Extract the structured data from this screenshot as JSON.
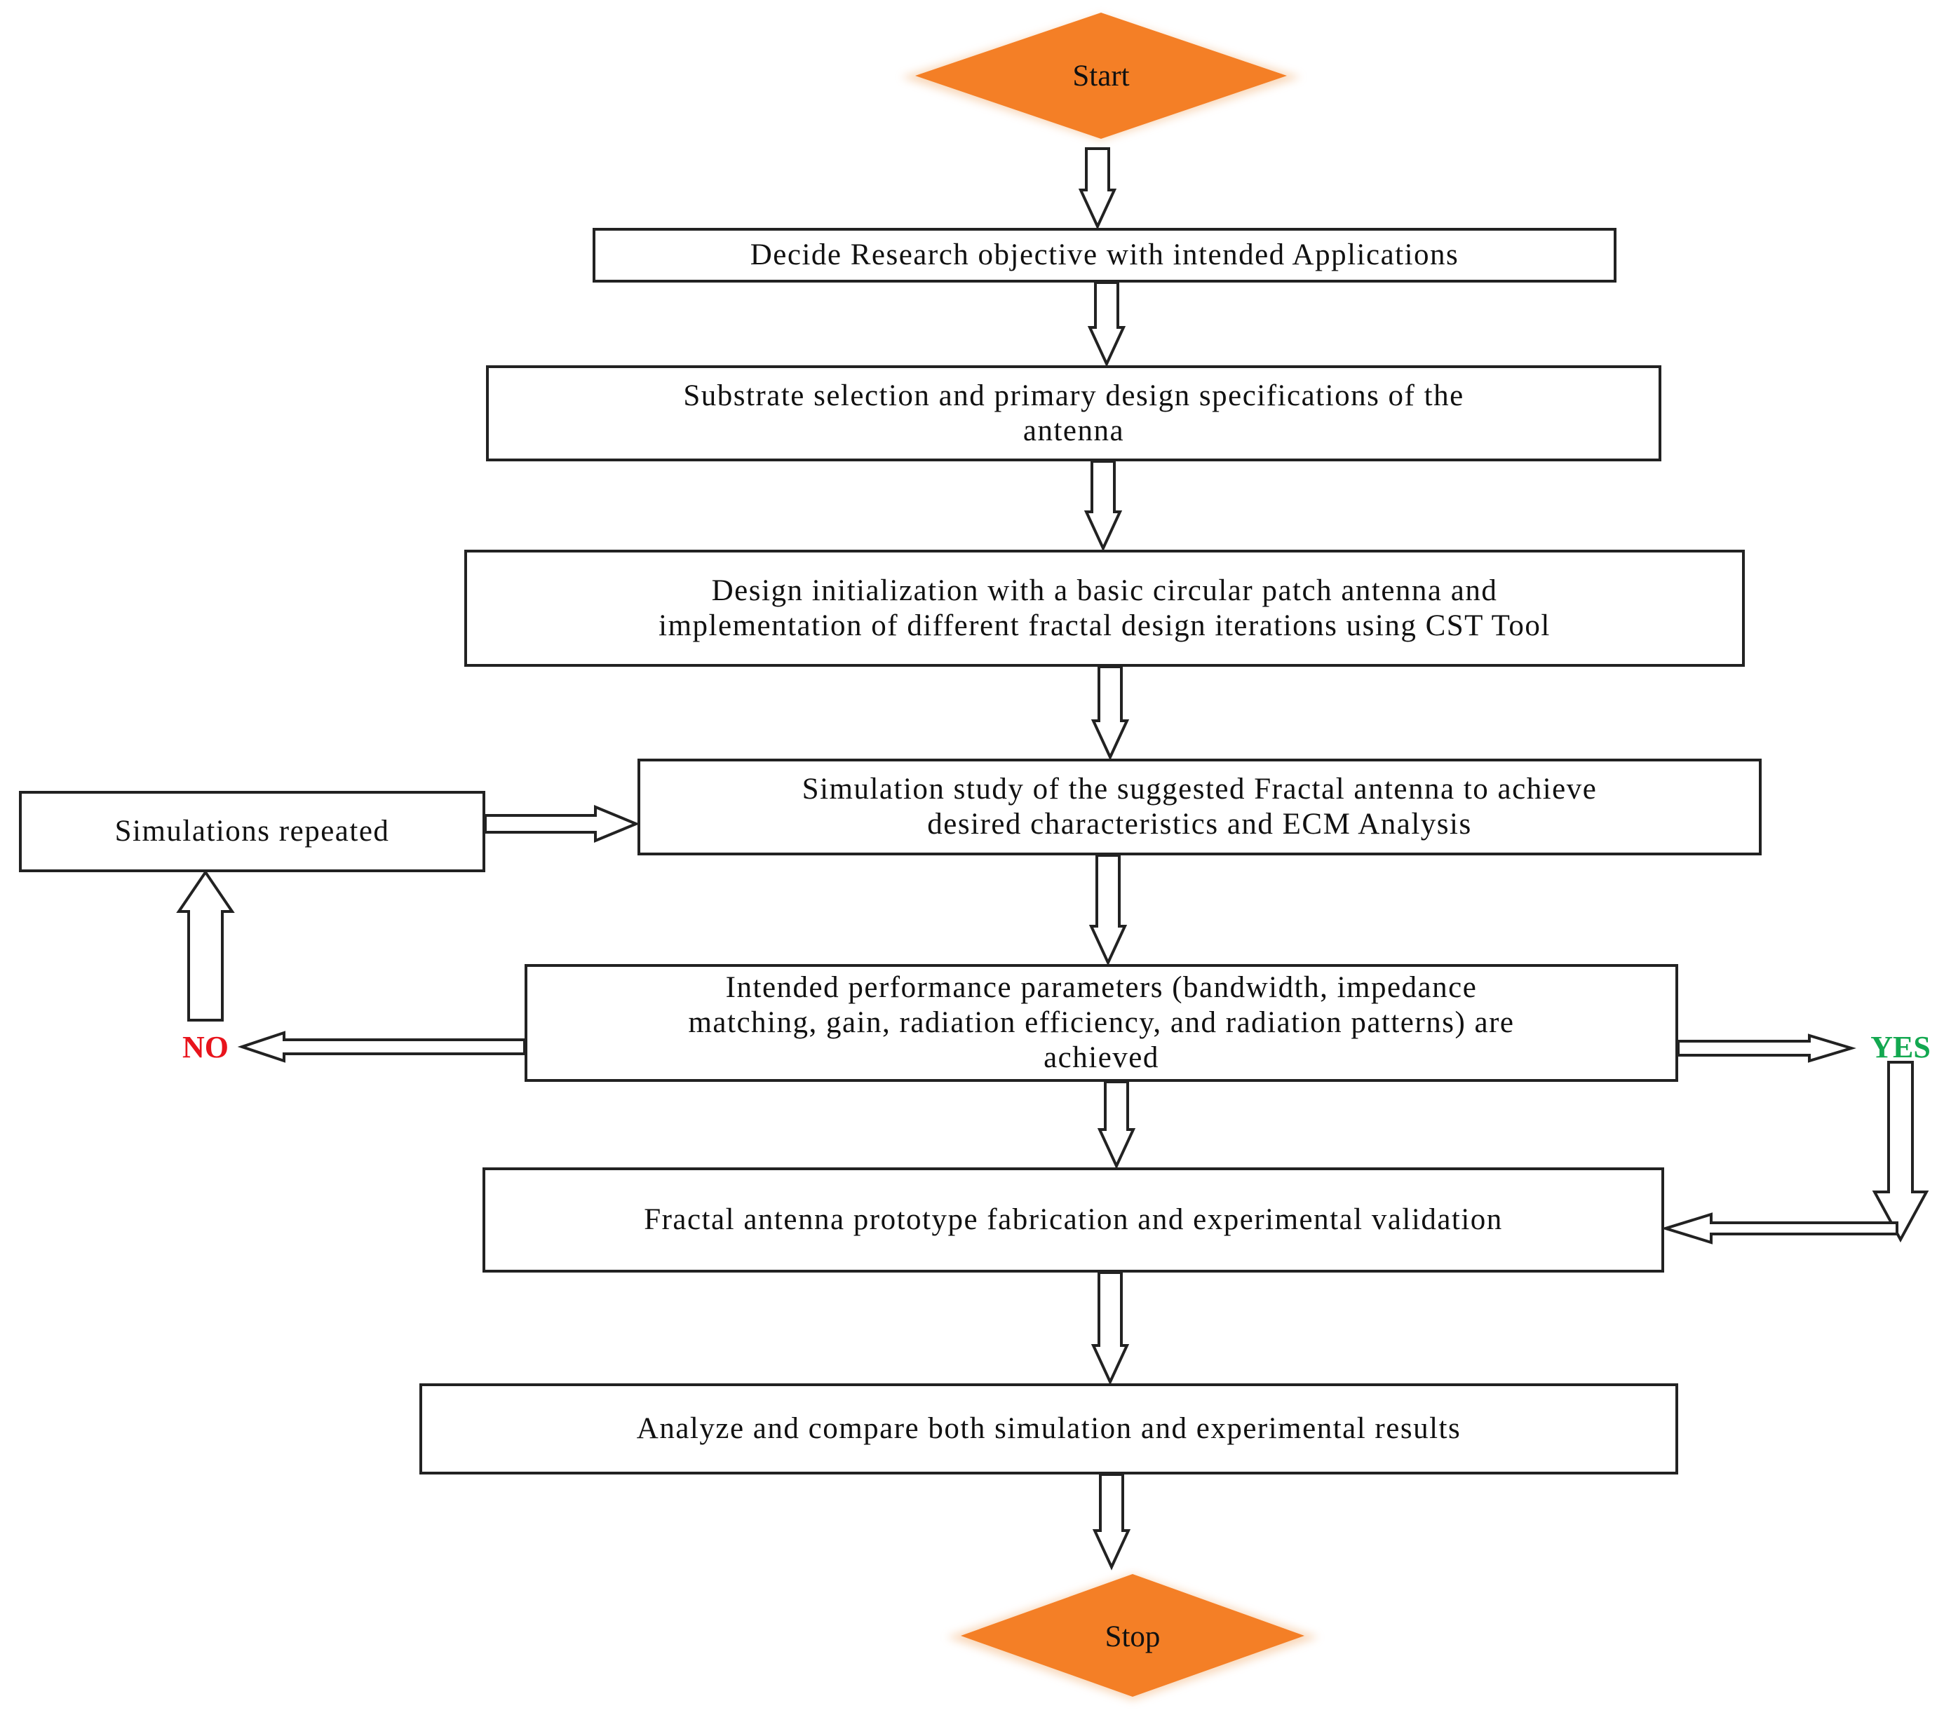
{
  "colors": {
    "terminal_fill": "#f47f26",
    "no_label": "#e8141c",
    "yes_label": "#13a850",
    "line": "#222222"
  },
  "start": {
    "label": "Start"
  },
  "stop": {
    "label": "Stop"
  },
  "steps": [
    {
      "id": "step-1",
      "lines": [
        "Decide Research objective with intended Applications"
      ]
    },
    {
      "id": "step-2",
      "lines": [
        "Substrate selection and primary design specifications of the",
        "antenna"
      ]
    },
    {
      "id": "step-3",
      "lines": [
        "Design initialization with a basic circular patch antenna and",
        "implementation of different fractal design iterations using CST Tool"
      ]
    },
    {
      "id": "step-4",
      "lines": [
        "Simulation study of the suggested Fractal antenna to achieve",
        "desired characteristics and ECM Analysis"
      ]
    },
    {
      "id": "decision",
      "lines": [
        "Intended performance parameters (bandwidth, impedance",
        "matching, gain, radiation efficiency, and radiation patterns) are",
        "achieved"
      ]
    },
    {
      "id": "step-5",
      "lines": [
        "Fractal antenna prototype fabrication and experimental validation"
      ]
    },
    {
      "id": "step-6",
      "lines": [
        "Analyze and compare both simulation and experimental results"
      ]
    }
  ],
  "loop_box": {
    "label": "Simulations repeated"
  },
  "branches": {
    "no": "NO",
    "yes": "YES"
  }
}
